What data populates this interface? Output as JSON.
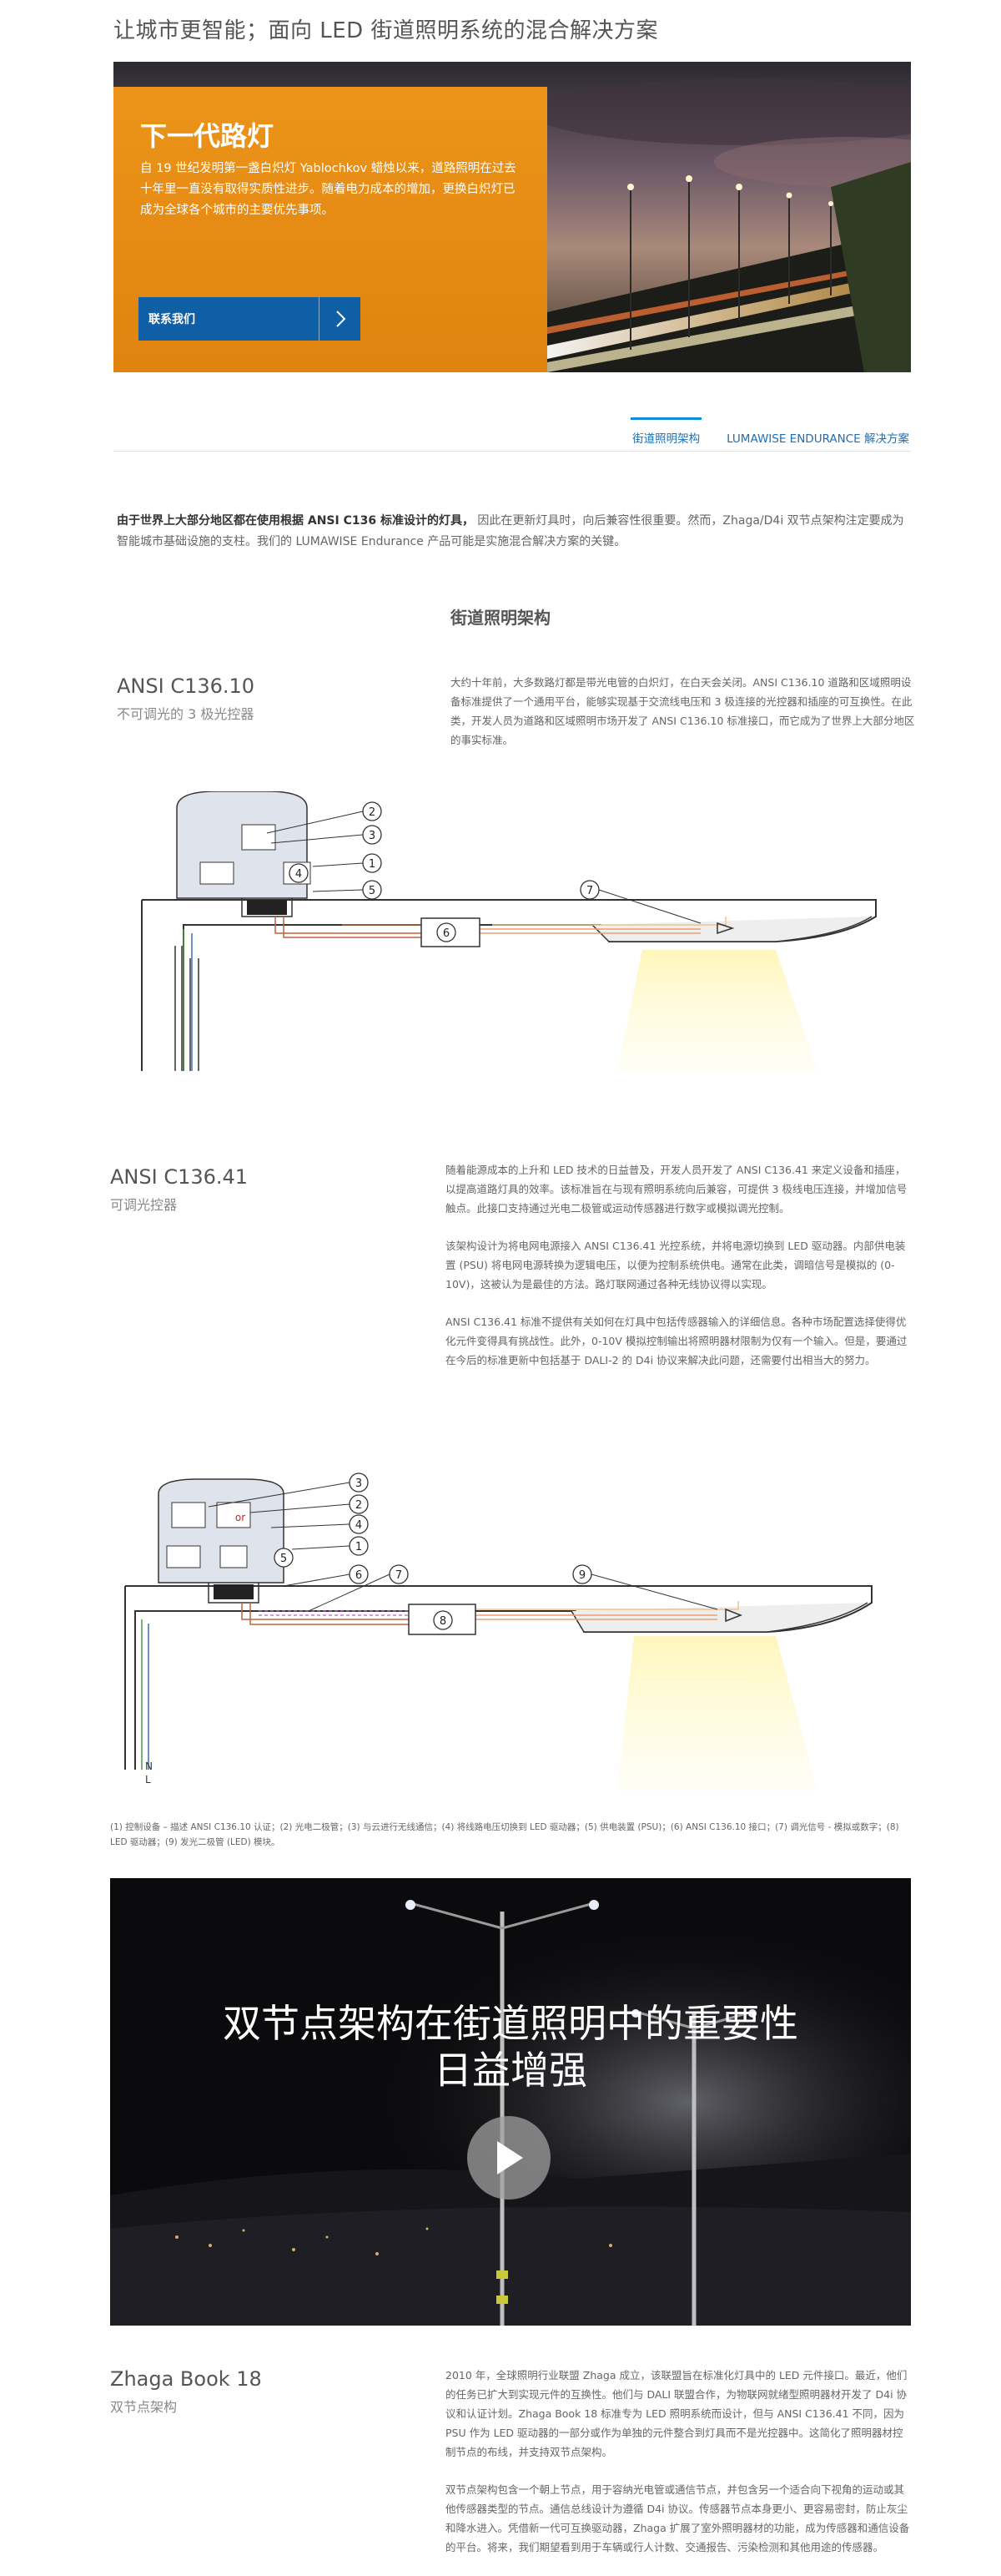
{
  "page": {
    "title": "让城市更智能；面向 LED 街道照明系统的混合解决方案"
  },
  "hero": {
    "heading": "下一代路灯",
    "body": "自 19 世纪发明第一盏白炽灯 Yablochkov 蜡烛以来，道路照明在过去十年里一直没有取得实质性进步。随着电力成本的增加，更换白炽灯已成为全球各个城市的主要优先事项。",
    "cta_label": "联系我们",
    "panel_color": "#e8880f",
    "cta_color": "#0e5fa5"
  },
  "tabs": [
    {
      "label": "街道照明架构",
      "active": true
    },
    {
      "label": "LUMAWISE ENDURANCE 解决方案",
      "active": false
    }
  ],
  "intro": {
    "lead": "由于世界上大部分地区都在使用根据 ANSI C136 标准设计的灯具，",
    "rest": " 因此在更新灯具时，向后兼容性很重要。然而，Zhaga/D4i 双节点架构注定要成为智能城市基础设施的支柱。我们的 LUMAWISE Endurance 产品可能是实施混合解决方案的关键。"
  },
  "section": {
    "title": "街道照明架构"
  },
  "block1": {
    "title": "ANSI C136.10",
    "subtitle": "不可调光的 3 极光控器",
    "paragraphs": [
      "大约十年前，大多数路灯都是带光电管的白炽灯，在白天会关闭。ANSI C136.10 道路和区域照明设备标准提供了一个通用平台，能够实现基于交流线电压和 3 极连接的光控器和插座的可互换性。在此类，开发人员为道路和区域照明市场开发了 ANSI C136.10 标准接口，而它成为了世界上大部分地区的事实标准。"
    ],
    "diagram_labels": [
      "1",
      "2",
      "3",
      "4",
      "5",
      "6",
      "7"
    ]
  },
  "block2": {
    "title": "ANSI C136.41",
    "subtitle": "可调光控器",
    "paragraphs": [
      "随着能源成本的上升和 LED 技术的日益普及，开发人员开发了 ANSI C136.41 来定义设备和插座，以提高道路灯具的效率。该标准旨在与现有照明系统向后兼容，可提供 3 极线电压连接，并增加信号触点。此接口支持通过光电二极管或运动传感器进行数字或模拟调光控制。",
      "该架构设计为将电网电源接入 ANSI C136.41 光控系统，并将电源切换到 LED 驱动器。内部供电装置 (PSU) 将电网电源转换为逻辑电压，以便为控制系统供电。通常在此类，调暗信号是模拟的 (0-10V)，这被认为是最佳的方法。路灯联网通过各种无线协议得以实现。",
      "ANSI C136.41 标准不提供有关如何在灯具中包括传感器输入的详细信息。各种市场配置选择使得优化元件变得具有挑战性。此外，0-10V 模拟控制输出将照明器材限制为仅有一个输入。但是，要通过在今后的标准更新中包括基于 DALI-2 的 D4i 协议来解决此问题，还需要付出相当大的努力。"
    ],
    "or_text": "or",
    "wire_labels": [
      "N",
      "L"
    ],
    "diagram_labels": [
      "1",
      "2",
      "3",
      "4",
      "5",
      "6",
      "7",
      "8",
      "9"
    ]
  },
  "caption": "(1) 控制设备 – 描述 ANSI C136.10 认证；(2) 光电二极管；(3) 与云进行无线通信；(4) 将线路电压切换到 LED 驱动器；(5) 供电装置 (PSU)；(6) ANSI C136.10 接口；(7) 调光信号 - 模拟或数字；(8) LED 驱动器；(9) 发光二极管 (LED) 模块。",
  "video": {
    "title": "双节点架构在街道照明中的重要性日益增强"
  },
  "block3": {
    "title": "Zhaga Book 18",
    "subtitle": "双节点架构",
    "paragraphs": [
      "2010 年，全球照明行业联盟 Zhaga 成立，该联盟旨在标准化灯具中的 LED 元件接口。最近，他们的任务已扩大到实现元件的互换性。他们与 DALI 联盟合作，为物联网就绪型照明器材开发了 D4i 协议和认证计划。Zhaga Book 18 标准专为 LED 照明系统而设计，但与 ANSI C136.41 不同，因为 PSU 作为 LED 驱动器的一部分或作为单独的元件整合到灯具而不是光控器中。这简化了照明器材控制节点的布线，并支持双节点架构。",
      "双节点架构包含一个朝上节点，用于容纳光电管或通信节点，并包含另一个适合向下视角的运动或其他传感器类型的节点。通信总线设计为遵循 D4i 协议。传感器节点本身更小、更容易密封，防止灰尘和降水进入。凭借新一代可互换驱动器，Zhaga 扩展了室外照明器材的功能，成为传感器和通信设备的平台。将来，我们期望看到用于车辆或行人计数、交通报告、污染检测和其他用途的传感器。"
    ]
  }
}
